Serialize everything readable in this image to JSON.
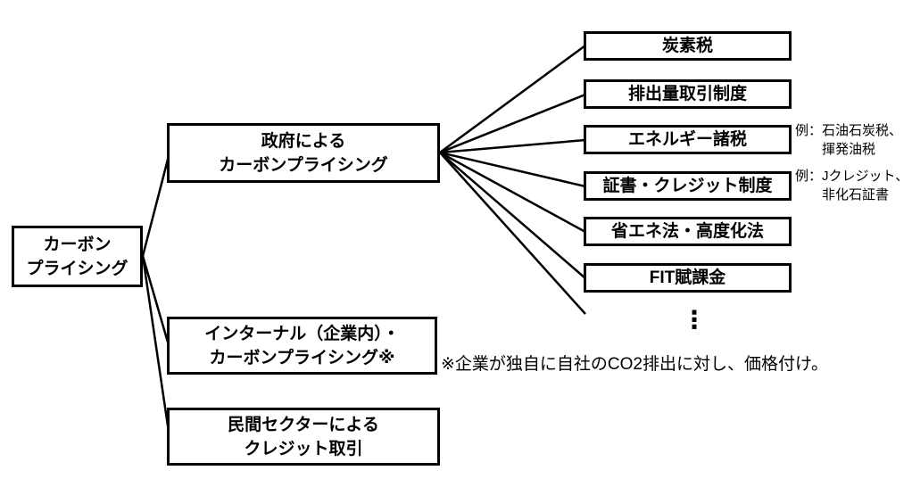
{
  "diagram": {
    "root": {
      "line1": "カーボン",
      "line2": "プライシング"
    },
    "branches": [
      {
        "line1": "政府による",
        "line2": "カーボンプライシング"
      },
      {
        "line1": "インターナル（企業内）・",
        "line2": "カーボンプライシング※"
      },
      {
        "line1": "民間セクターによる",
        "line2": "クレジット取引"
      }
    ],
    "leaves": [
      "炭素税",
      "排出量取引制度",
      "エネルギー諸税",
      "証書・クレジット制度",
      "省エネ法・高度化法",
      "FIT賦課金"
    ],
    "side_notes": [
      {
        "line1": "例：石油石炭税、",
        "line2": "揮発油税"
      },
      {
        "line1": "例：Jクレジット、",
        "line2": "非化石証書"
      }
    ],
    "more_indicator": "⋮",
    "footnote": "※企業が独自に自社のCO2排出に対し、価格付け。",
    "colors": {
      "background": "#ffffff",
      "line": "#000000",
      "text": "#000000"
    }
  }
}
